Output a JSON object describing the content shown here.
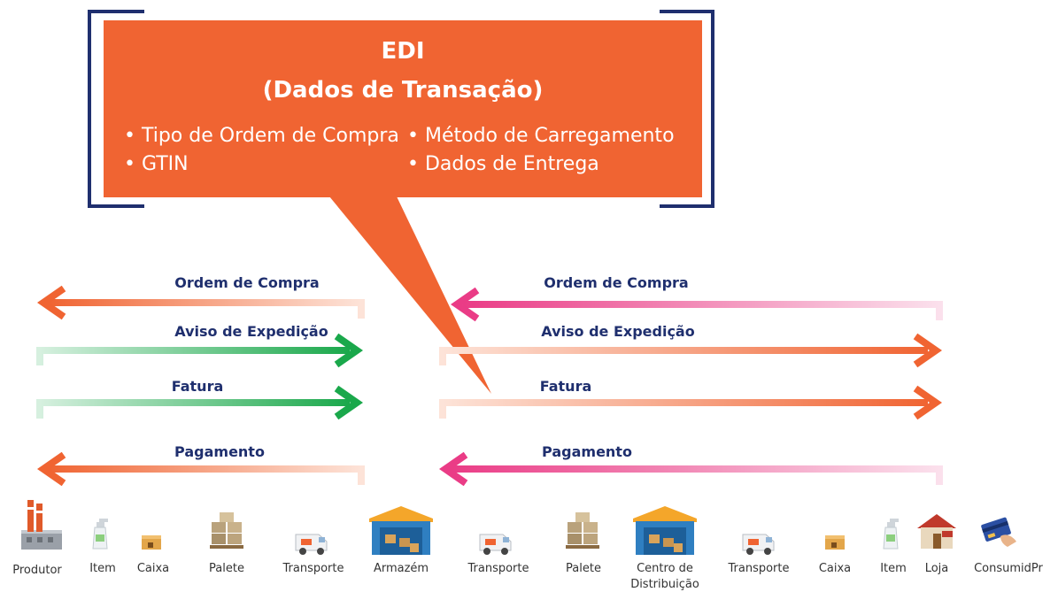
{
  "colors": {
    "callout": "#f06432",
    "bracket": "#1f2f6e",
    "orange": "#f06432",
    "green": "#1aa84b",
    "pink": "#ea3c86",
    "label": "#1f2f6e"
  },
  "callout": {
    "title_line1": "EDI",
    "title_line2": "(Dados de Transação)",
    "items": [
      "• Tipo de Ordem de Compra",
      "• Método de Carregamento",
      "• GTIN",
      "• Dados de Entrega"
    ]
  },
  "flows": {
    "left": [
      {
        "label": "Ordem de Compra",
        "direction": "left",
        "color": "orange"
      },
      {
        "label": "Aviso de Expedição",
        "direction": "right",
        "color": "green"
      },
      {
        "label": "Fatura",
        "direction": "right",
        "color": "green"
      },
      {
        "label": "Pagamento",
        "direction": "left",
        "color": "orange"
      }
    ],
    "right": [
      {
        "label": "Ordem de Compra",
        "direction": "left",
        "color": "pink"
      },
      {
        "label": "Aviso de Expedição",
        "direction": "right",
        "color": "orange"
      },
      {
        "label": "Fatura",
        "direction": "right",
        "color": "orange"
      },
      {
        "label": "Pagamento",
        "direction": "left",
        "color": "pink"
      }
    ]
  },
  "actors": [
    {
      "label": "Produtor",
      "icon": "factory-icon"
    },
    {
      "label": "Item",
      "icon": "spray-bottle-icon"
    },
    {
      "label": "Caixa",
      "icon": "box-icon"
    },
    {
      "label": "Palete",
      "icon": "pallet-icon"
    },
    {
      "label": "Transporte",
      "icon": "van-icon"
    },
    {
      "label": "Armazém",
      "icon": "warehouse-icon"
    },
    {
      "label": "Transporte",
      "icon": "van-icon"
    },
    {
      "label": "Palete",
      "icon": "pallet-icon"
    },
    {
      "label": "Centro de",
      "label2": "Distribuição",
      "icon": "warehouse-icon"
    },
    {
      "label": "Transporte",
      "icon": "van-icon"
    },
    {
      "label": "Caixa",
      "icon": "box-icon"
    },
    {
      "label": "Item",
      "icon": "spray-bottle-icon"
    },
    {
      "label": "Loja",
      "icon": "shop-icon"
    },
    {
      "label": "ConsumidPr",
      "icon": "credit-card-icon"
    }
  ]
}
